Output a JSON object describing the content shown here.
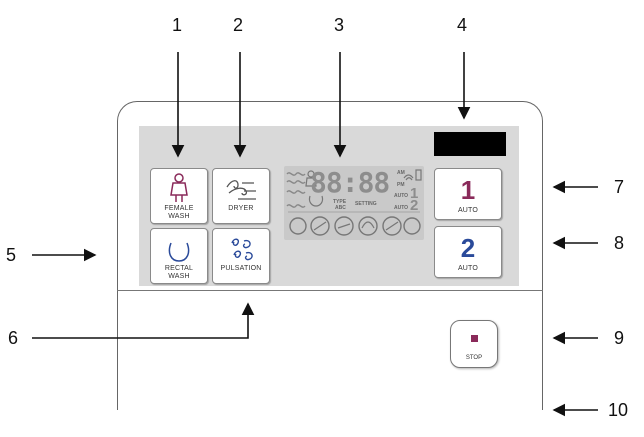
{
  "callouts": [
    "1",
    "2",
    "3",
    "4",
    "5",
    "6",
    "7",
    "8",
    "9",
    "10"
  ],
  "buttons": {
    "female_wash": "FEMALE\nWASH",
    "dryer": "DRYER",
    "rectal_wash": "RECTAL\nWASH",
    "pulsation": "PULSATION",
    "auto1": {
      "number": "1",
      "label": "AUTO"
    },
    "auto2": {
      "number": "2",
      "label": "AUTO"
    },
    "stop": "STOP"
  },
  "lcd": {
    "digits": "88:88",
    "am": "AM",
    "pm": "PM",
    "type": "TYPE",
    "abc": "ABC",
    "setting": "SETTING",
    "auto": "AUTO",
    "num1": "1",
    "num2": "2"
  },
  "colors": {
    "panel": "#d9d9d9",
    "female_icon": "#8a2a5a",
    "auto1": "#8a2a5a",
    "auto2": "#2a4a9a",
    "stop_square": "#8a2a5a"
  }
}
